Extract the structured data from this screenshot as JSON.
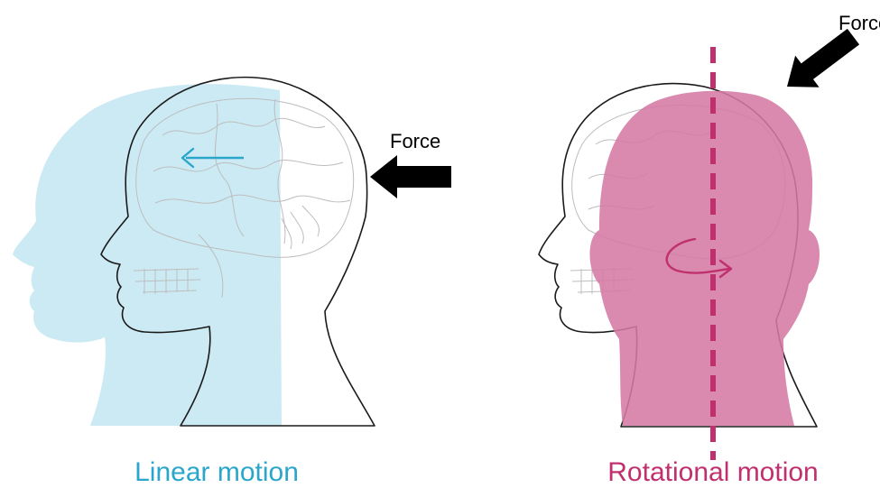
{
  "panels": {
    "linear": {
      "caption": "Linear motion",
      "force_label": "Force",
      "colors": {
        "overlay": "#c9e9f3",
        "arrow": "#2aa6cc",
        "caption": "#2aa6cc"
      }
    },
    "rotational": {
      "caption": "Rotational motion",
      "force_label": "Force",
      "colors": {
        "overlay": "#d57aa4",
        "axis": "#c0306e",
        "arrow": "#c0306e",
        "caption": "#c0306e"
      }
    }
  },
  "icons": {
    "force_arrow": "black-arrow-icon",
    "linear_motion": "left-arrow-icon",
    "rotation": "rotation-arrow-icon"
  }
}
